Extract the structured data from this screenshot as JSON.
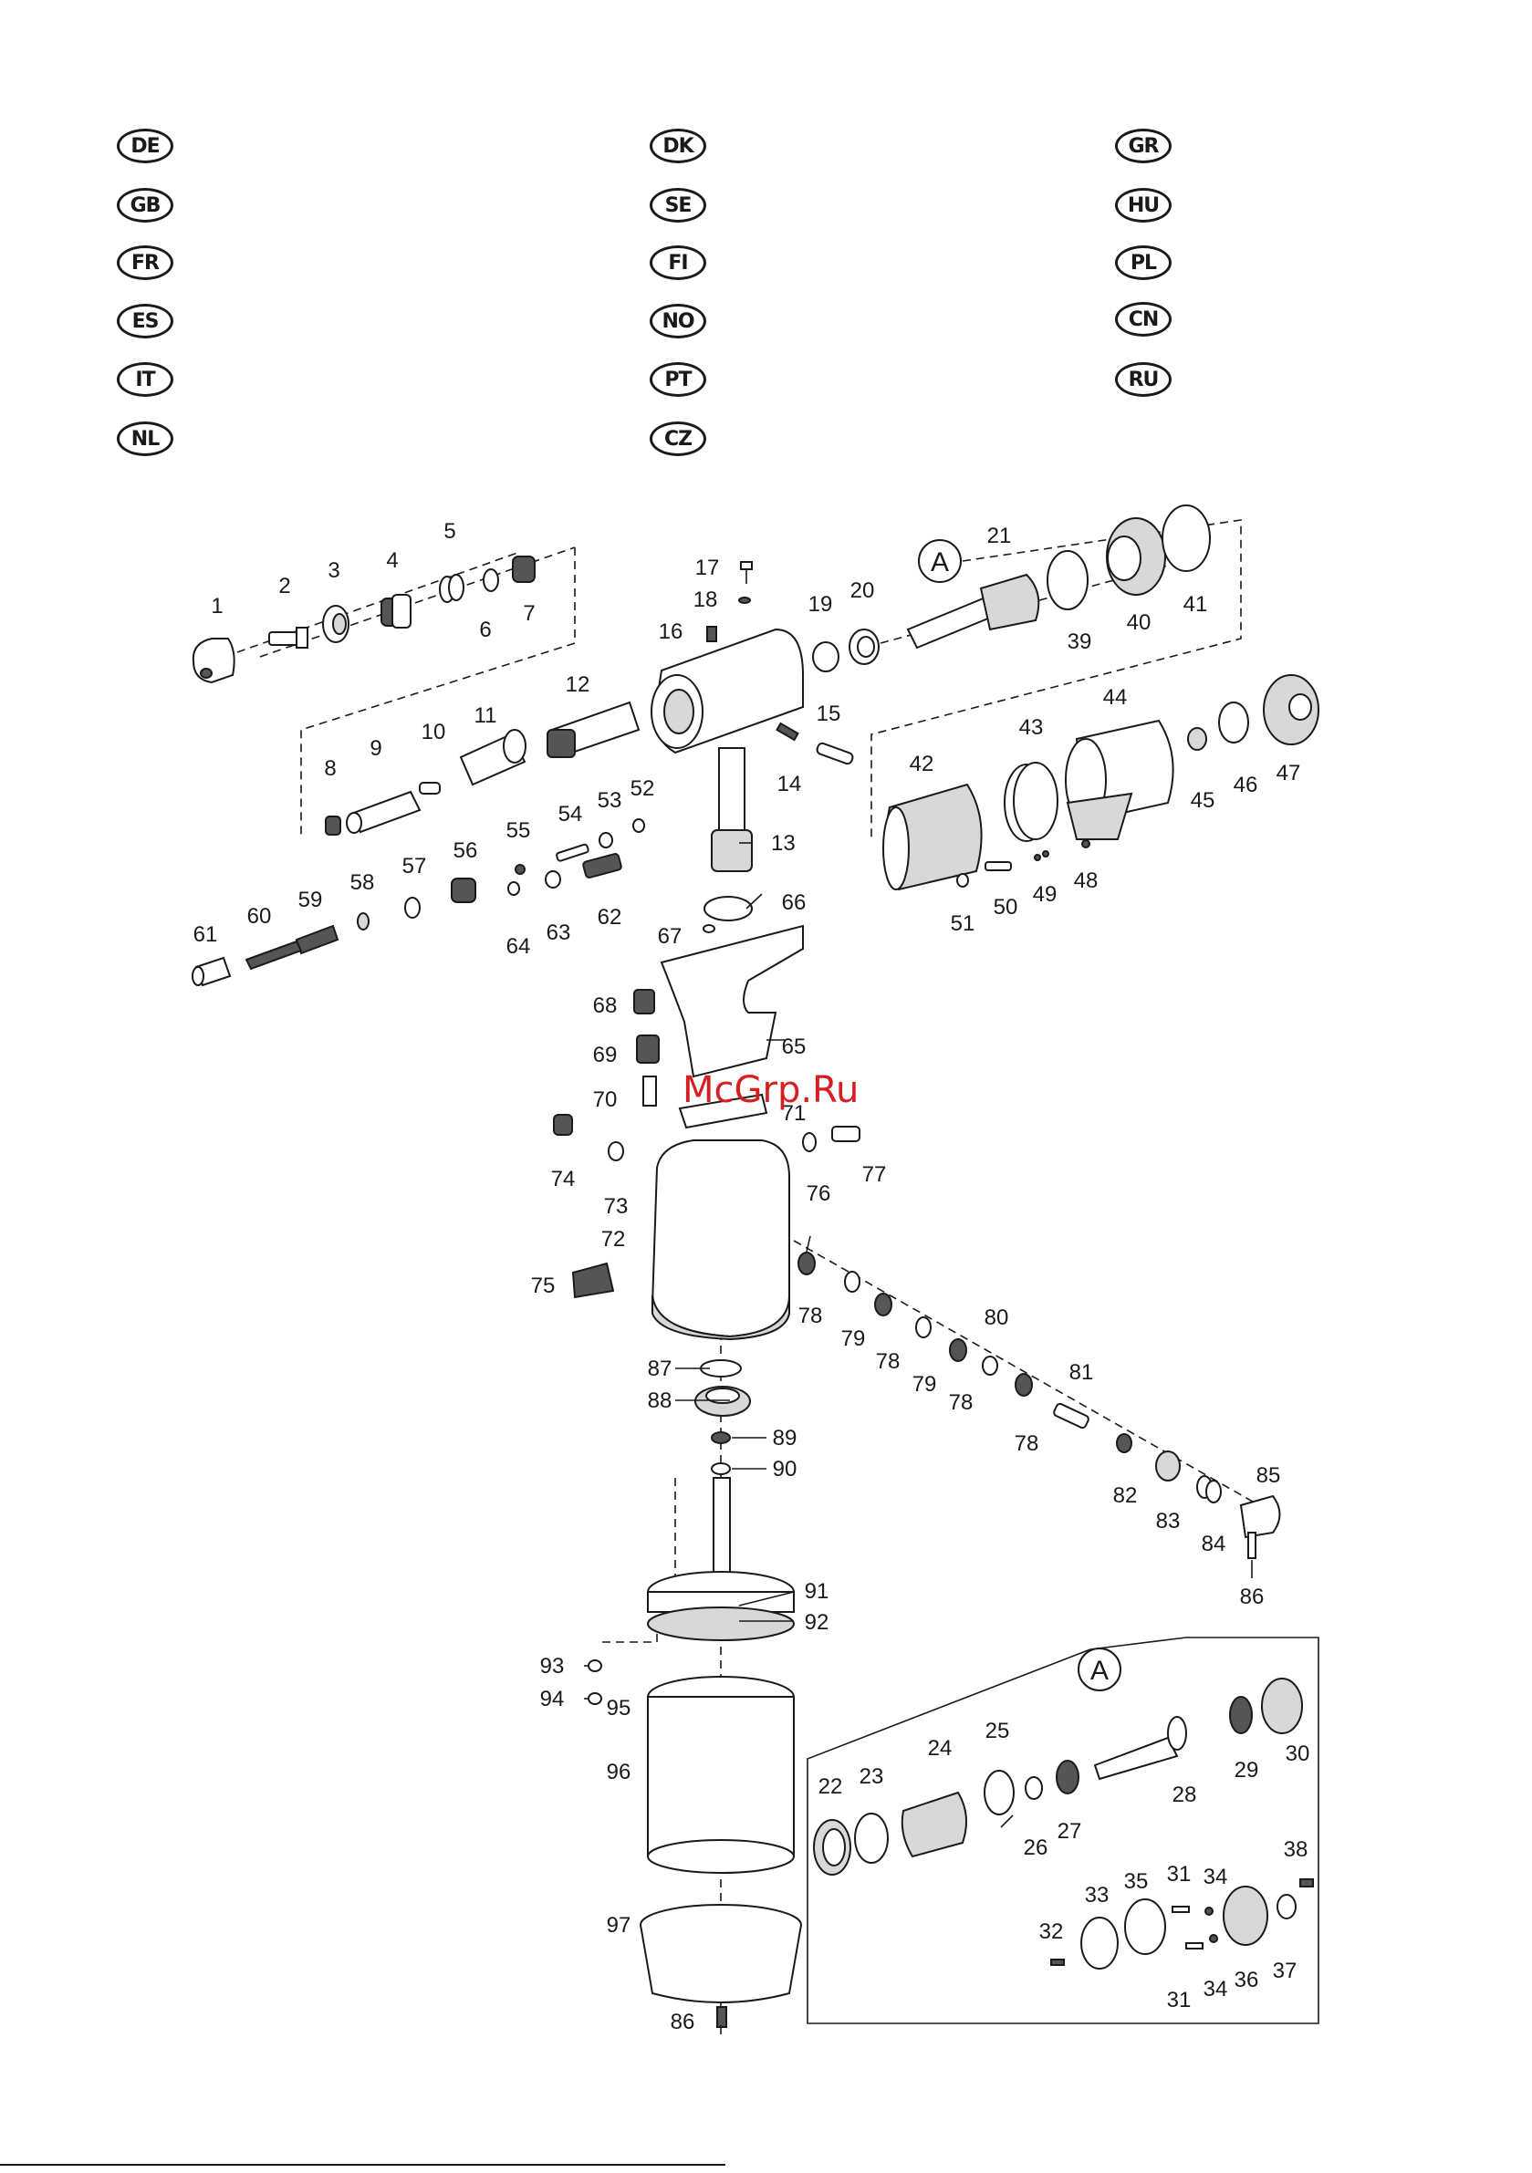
{
  "language_codes": [
    "DE",
    "GB",
    "FR",
    "ES",
    "IT",
    "NL",
    "DK",
    "SE",
    "FI",
    "NO",
    "PT",
    "CZ",
    "GR",
    "HU",
    "PL",
    "CN",
    "RU"
  ],
  "watermark": "McGrp.Ru",
  "detail_callout": "A",
  "part_numbers": {
    "p1": "1",
    "p2": "2",
    "p3": "3",
    "p4": "4",
    "p5": "5",
    "p6": "6",
    "p7": "7",
    "p8": "8",
    "p9": "9",
    "p10": "10",
    "p11": "11",
    "p12": "12",
    "p13": "13",
    "p14": "14",
    "p15": "15",
    "p16": "16",
    "p17": "17",
    "p18": "18",
    "p19": "19",
    "p20": "20",
    "p21": "21",
    "p22": "22",
    "p23": "23",
    "p24": "24",
    "p25": "25",
    "p26": "26",
    "p27": "27",
    "p28": "28",
    "p29": "29",
    "p30": "30",
    "p31a": "31",
    "p31b": "31",
    "p32": "32",
    "p33": "33",
    "p34a": "34",
    "p34b": "34",
    "p35": "35",
    "p36": "36",
    "p37": "37",
    "p38": "38",
    "p39": "39",
    "p40": "40",
    "p41": "41",
    "p42": "42",
    "p43": "43",
    "p44": "44",
    "p45": "45",
    "p46": "46",
    "p47": "47",
    "p48": "48",
    "p49": "49",
    "p50": "50",
    "p51": "51",
    "p52": "52",
    "p53": "53",
    "p54": "54",
    "p55": "55",
    "p56": "56",
    "p57": "57",
    "p58": "58",
    "p59": "59",
    "p60": "60",
    "p61": "61",
    "p62": "62",
    "p63": "63",
    "p64": "64",
    "p65": "65",
    "p66": "66",
    "p67": "67",
    "p68": "68",
    "p69": "69",
    "p70": "70",
    "p71": "71",
    "p72": "72",
    "p73": "73",
    "p74": "74",
    "p75": "75",
    "p76": "76",
    "p77": "77",
    "p78a": "78",
    "p78b": "78",
    "p78c": "78",
    "p78d": "78",
    "p79a": "79",
    "p79b": "79",
    "p80": "80",
    "p81": "81",
    "p82": "82",
    "p83": "83",
    "p84": "84",
    "p85": "85",
    "p86a": "86",
    "p86b": "86",
    "p87": "87",
    "p88": "88",
    "p89": "89",
    "p90": "90",
    "p91": "91",
    "p92": "92",
    "p93": "93",
    "p94": "94",
    "p95": "95",
    "p96": "96",
    "p97": "97"
  }
}
